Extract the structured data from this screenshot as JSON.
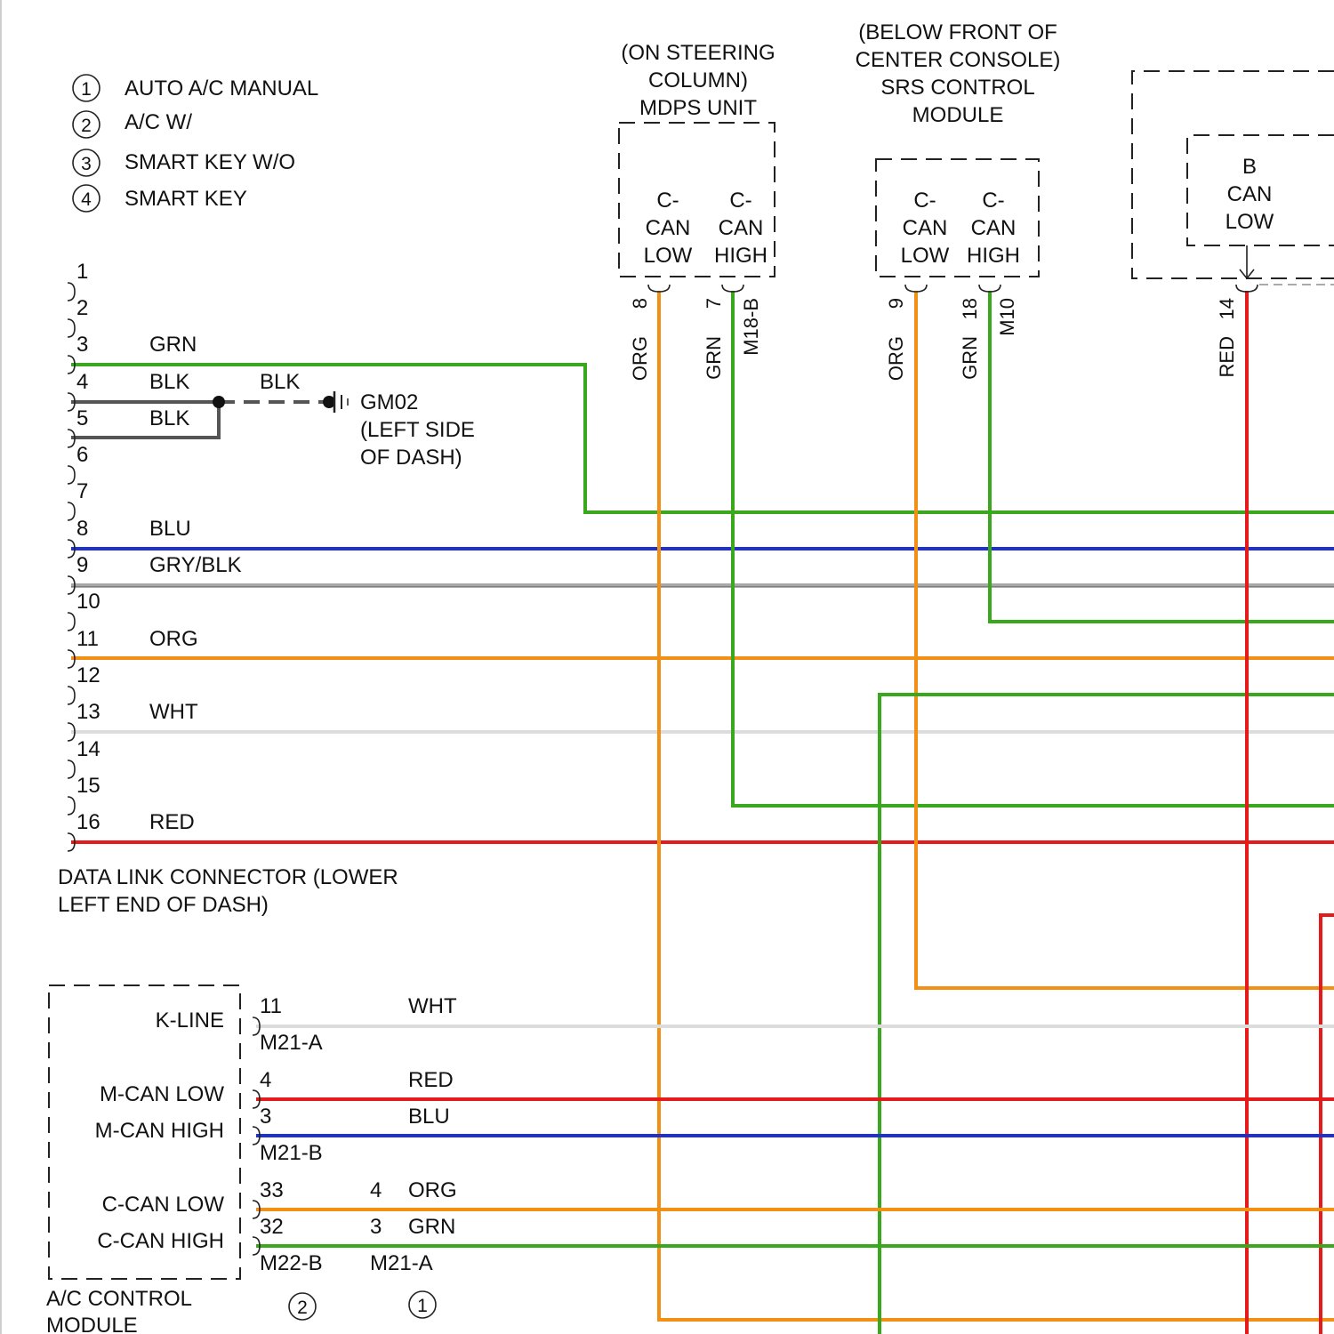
{
  "colors": {
    "GRN": "#3aa81c",
    "BLU": "#1f2fd0",
    "ORG": "#f29015",
    "RED": "#e51a1a",
    "WHT": "#dcdcdc",
    "GRY": "#a8a8a8",
    "BLK": "#555555"
  },
  "legend": [
    {
      "num": "1",
      "text": "AUTO A/C MANUAL"
    },
    {
      "num": "2",
      "text": "A/C W/"
    },
    {
      "num": "3",
      "text": "SMART KEY W/O"
    },
    {
      "num": "4",
      "text": "SMART KEY"
    }
  ],
  "dlc": {
    "title_lines": [
      "DATA LINK CONNECTOR (LOWER",
      "LEFT END OF DASH)"
    ],
    "pins": [
      {
        "num": "1",
        "wire": ""
      },
      {
        "num": "2",
        "wire": ""
      },
      {
        "num": "3",
        "wire": "GRN"
      },
      {
        "num": "4",
        "wire": "BLK"
      },
      {
        "num": "5",
        "wire": "BLK"
      },
      {
        "num": "6",
        "wire": ""
      },
      {
        "num": "7",
        "wire": ""
      },
      {
        "num": "8",
        "wire": "BLU"
      },
      {
        "num": "9",
        "wire": "GRY/BLK"
      },
      {
        "num": "10",
        "wire": ""
      },
      {
        "num": "11",
        "wire": "ORG"
      },
      {
        "num": "12",
        "wire": ""
      },
      {
        "num": "13",
        "wire": "WHT"
      },
      {
        "num": "14",
        "wire": ""
      },
      {
        "num": "15",
        "wire": ""
      },
      {
        "num": "16",
        "wire": "RED"
      }
    ]
  },
  "ground": {
    "wire": "BLK",
    "id": "GM02",
    "location_lines": [
      "(LEFT SIDE",
      "OF DASH)"
    ]
  },
  "mdps": {
    "location_lines": [
      "(ON STEERING",
      "COLUMN)"
    ],
    "name": "MDPS UNIT",
    "low_lines": [
      "C-",
      "CAN",
      "LOW"
    ],
    "high_lines": [
      "C-",
      "CAN",
      "HIGH"
    ],
    "low_pin": "8",
    "high_pin": "7",
    "connector": "M18-B",
    "low_wire": "ORG",
    "high_wire": "GRN"
  },
  "srs": {
    "title_lines": [
      "(BELOW FRONT OF",
      "CENTER CONSOLE)",
      "SRS CONTROL",
      "MODULE"
    ],
    "low_lines": [
      "C-",
      "CAN",
      "LOW"
    ],
    "high_lines": [
      "C-",
      "CAN",
      "HIGH"
    ],
    "low_pin": "9",
    "high_pin": "18",
    "connector": "M10",
    "low_wire": "ORG",
    "high_wire": "GRN"
  },
  "bcan": {
    "lines": [
      "B",
      "CAN",
      "LOW"
    ],
    "pin": "14",
    "wire": "RED"
  },
  "ac_module": {
    "name_lines": [
      "A/C CONTROL",
      "MODULE"
    ],
    "k_line": "K-LINE",
    "m_can_low": "M-CAN LOW",
    "m_can_high": "M-CAN HIGH",
    "c_can_low": "C-CAN LOW",
    "c_can_high": "C-CAN HIGH",
    "k_pin": "11",
    "k_wire": "WHT",
    "k_connector": "M21-A",
    "m_low_pin": "4",
    "m_low_wire": "RED",
    "m_high_pin": "3",
    "m_high_wire": "BLU",
    "m_connector": "M21-B",
    "c_low_pin_2": "33",
    "c_low_pin_1": "4",
    "c_low_wire": "ORG",
    "c_high_pin_2": "32",
    "c_high_pin_1": "3",
    "c_high_wire": "GRN",
    "connector_2": "M22-B",
    "connector_1": "M21-A",
    "variant_2": "2",
    "variant_1": "1"
  }
}
